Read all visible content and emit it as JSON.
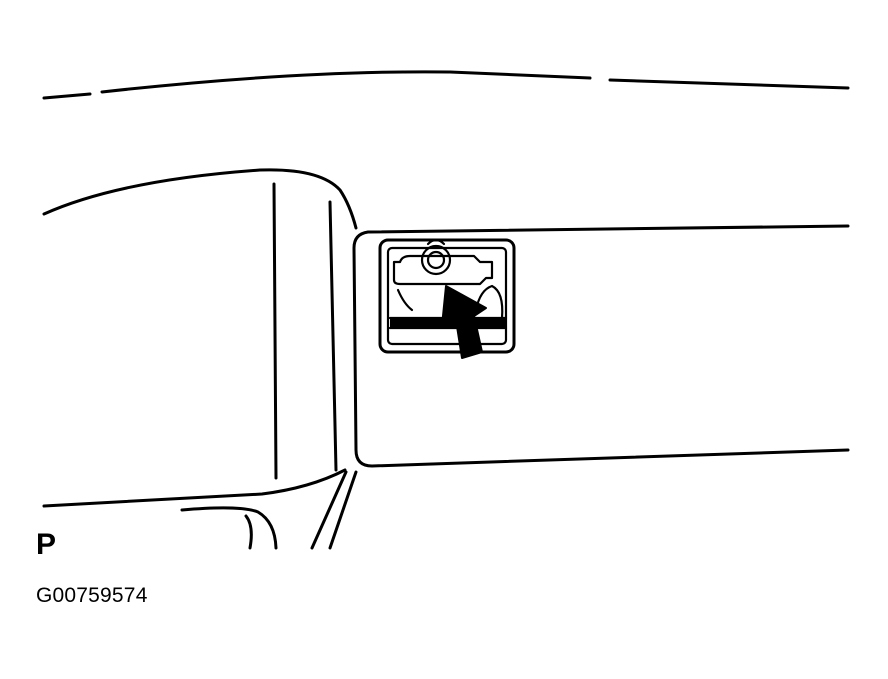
{
  "labels": {
    "view_letter": "P",
    "figure_code": "G00759574"
  },
  "colors": {
    "ink": "#000000",
    "paper": "#ffffff"
  },
  "callout": {
    "icon": "arrow-icon",
    "points_to": "fastener-bolt"
  }
}
